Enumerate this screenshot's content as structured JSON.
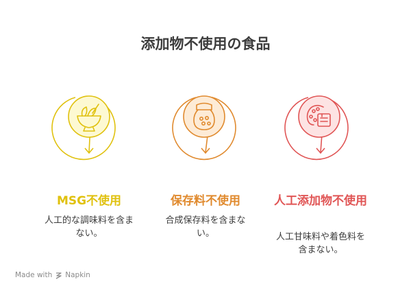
{
  "title": "添加物不使用の食品",
  "items": [
    {
      "heading": "MSG不使用",
      "description": "人工的な調味料を含まない。",
      "color": "#e0c10e",
      "light": "#fdf9d2",
      "icon": "bowl-with-leaves-icon"
    },
    {
      "heading": "保存料不使用",
      "description": "合成保存料を含まない。",
      "color": "#e08a2e",
      "light": "#fdebd6",
      "icon": "jar-icon"
    },
    {
      "heading": "人工添加物不使用",
      "description": "人工甘味料や着色料を含まない。",
      "color": "#e05555",
      "light": "#fde3e3",
      "icon": "food-additive-palette-icon"
    }
  ],
  "footer": {
    "made_with": "Made with",
    "brand": "Napkin"
  }
}
